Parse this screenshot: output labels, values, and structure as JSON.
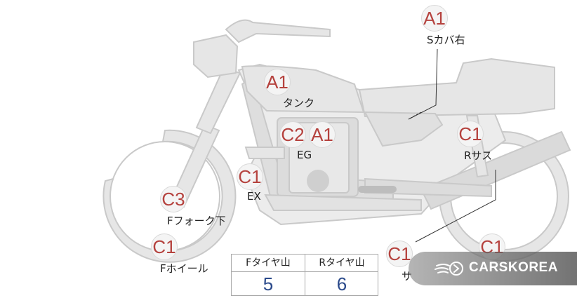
{
  "markers": [
    {
      "id": "s-cover-right",
      "grade": "A1",
      "label": "Sカバ右"
    },
    {
      "id": "tank",
      "grade": "A1",
      "label": "タンク"
    },
    {
      "id": "engine",
      "grade_1": "C2",
      "grade_2": "A1",
      "label": "EG"
    },
    {
      "id": "exhaust",
      "grade": "C1",
      "label": "EX"
    },
    {
      "id": "rear-suspension",
      "grade": "C1",
      "label": "Rサス"
    },
    {
      "id": "front-fork-lower",
      "grade": "C3",
      "label": "Fフォーク下"
    },
    {
      "id": "front-wheel",
      "grade": "C1",
      "label": "Fホイール"
    },
    {
      "id": "side",
      "grade": "C1",
      "label": "サ"
    },
    {
      "id": "rear-wheel",
      "grade": "C1"
    }
  ],
  "tire_table": {
    "headers": [
      "Fタイヤ山",
      "Rタイヤ山"
    ],
    "values": [
      "5",
      "6"
    ]
  },
  "watermark": {
    "text": "CARSKOREA",
    "icon": "flame-logo-icon"
  },
  "colors": {
    "grade": "#b5423e",
    "tire_value": "#2b4a8b",
    "bike_fill": "#e6e6e6",
    "bike_stroke": "#c9c9c9"
  }
}
